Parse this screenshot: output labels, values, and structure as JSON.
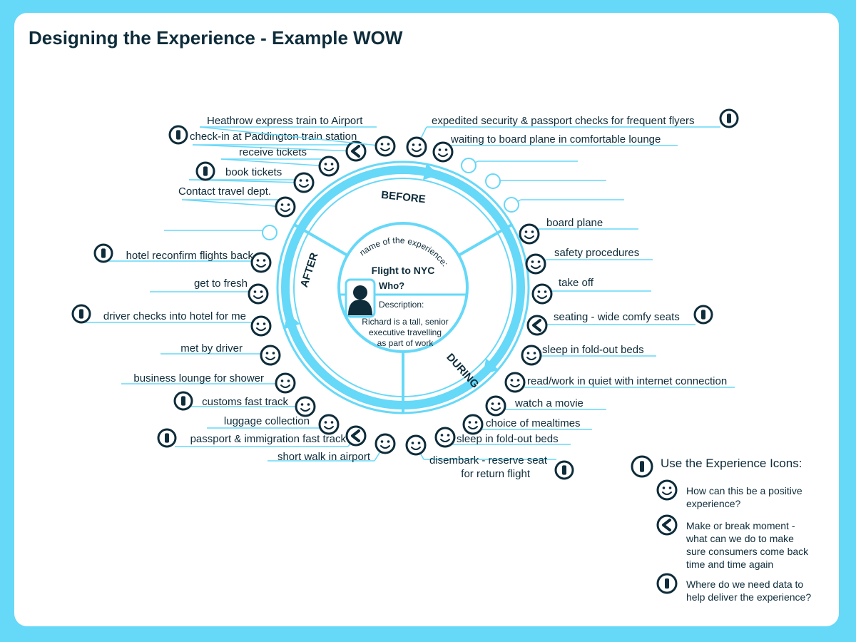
{
  "title": "Designing the Experience - Example WOW",
  "center": {
    "arc_label": "name of the experience:",
    "name": "Flight to NYC",
    "who_label": "Who?",
    "description_label": "Description:",
    "description_lines": [
      "Richard is a tall, senior",
      "executive travelling",
      "as part of work"
    ]
  },
  "segments": {
    "before": "BEFORE",
    "during": "DURING",
    "after": "AFTER"
  },
  "touchpoints": {
    "before": [
      {
        "label": "Contact travel dept.",
        "icon": "smile-icon"
      },
      {
        "label": "book tickets",
        "icon": "smile-icon",
        "extra": "info-icon"
      },
      {
        "label": "receive tickets",
        "icon": "smile-icon"
      },
      {
        "label": "check-in at Paddington train station",
        "icon": "make-or-break-icon",
        "extra": "info-icon"
      },
      {
        "label": "Heathrow express train to Airport",
        "icon": "smile-icon"
      },
      {
        "label": "expedited security & passport checks for frequent flyers",
        "icon": "smile-icon",
        "extra": "info-icon"
      },
      {
        "label": "waiting to board plane in comfortable lounge",
        "icon": "smile-icon"
      },
      {
        "label": "",
        "icon": "empty"
      },
      {
        "label": "",
        "icon": "empty"
      },
      {
        "label": "",
        "icon": "empty"
      }
    ],
    "during": [
      {
        "label": "board plane",
        "icon": "smile-icon"
      },
      {
        "label": "safety procedures",
        "icon": "smile-icon"
      },
      {
        "label": "take off",
        "icon": "smile-icon"
      },
      {
        "label": "seating - wide comfy seats",
        "icon": "make-or-break-icon",
        "extra": "info-icon"
      },
      {
        "label": "sleep in fold-out beds",
        "icon": "smile-icon"
      },
      {
        "label": "read/work in quiet with internet connection",
        "icon": "smile-icon"
      },
      {
        "label": "watch a movie",
        "icon": "smile-icon"
      },
      {
        "label": "choice of mealtimes",
        "icon": "smile-icon"
      },
      {
        "label": "sleep in fold-out beds",
        "icon": "smile-icon"
      },
      {
        "label": "disembark - reserve seat",
        "label2": "for return flight",
        "icon": "smile-icon",
        "extra": "info-icon"
      }
    ],
    "after": [
      {
        "label": "short walk in airport",
        "icon": "smile-icon"
      },
      {
        "label": "passport & immigration fast track",
        "icon": "make-or-break-icon",
        "extra": "info-icon"
      },
      {
        "label": "luggage collection",
        "icon": "smile-icon"
      },
      {
        "label": "customs fast track",
        "icon": "smile-icon",
        "extra": "info-icon"
      },
      {
        "label": "business lounge for shower",
        "icon": "smile-icon"
      },
      {
        "label": "met by driver",
        "icon": "smile-icon"
      },
      {
        "label": "driver checks into hotel for me",
        "icon": "smile-icon",
        "extra": "info-icon"
      },
      {
        "label": "get to fresh",
        "icon": "smile-icon"
      },
      {
        "label": "hotel reconfirm flights back",
        "icon": "smile-icon",
        "extra": "info-icon"
      },
      {
        "label": "",
        "icon": "empty"
      }
    ]
  },
  "legend": {
    "title": "Use the Experience Icons:",
    "title_icon": "info-icon",
    "items": [
      {
        "icon": "smile-icon",
        "lines": [
          "How can this be a positive",
          "experience?"
        ]
      },
      {
        "icon": "make-or-break-icon",
        "lines": [
          "Make or break moment -",
          "what can we do to make",
          "sure consumers come back",
          "time and time again"
        ]
      },
      {
        "icon": "info-icon",
        "lines": [
          "Where do we need data to",
          "help deliver the experience?"
        ]
      }
    ]
  },
  "colors": {
    "accent": "#66d8f8",
    "ink": "#0e2c3a",
    "background": "#ffffff"
  }
}
